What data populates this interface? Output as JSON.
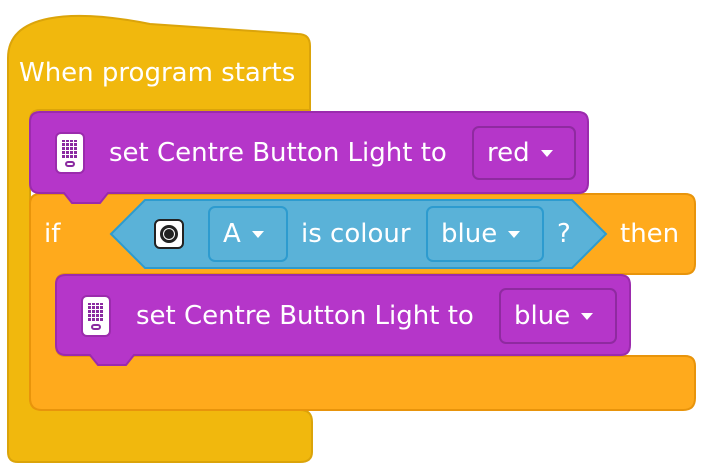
{
  "colors": {
    "event_block": "#f1b80d",
    "control_block": "#ffaa1c",
    "light_block": "#b536c9",
    "sensor_block": "#5ab2d8"
  },
  "event_block": {
    "label": "When program starts"
  },
  "set_light_1": {
    "icon": "hub-icon",
    "label": "set Centre Button Light to",
    "color_value": "red"
  },
  "if_block": {
    "if_label": "if",
    "then_label": "then",
    "condition": {
      "icon": "color-sensor-icon",
      "port_value": "A",
      "label": "is colour",
      "color_value": "blue",
      "question": "?"
    }
  },
  "set_light_2": {
    "icon": "hub-icon",
    "label": "set Centre Button Light to",
    "color_value": "blue"
  }
}
